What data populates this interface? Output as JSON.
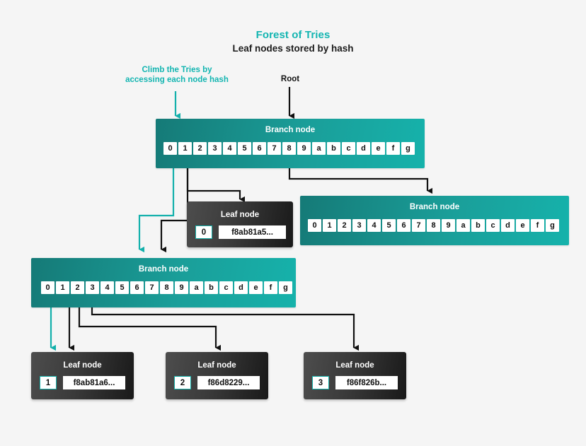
{
  "header": {
    "title": "Forest of Tries",
    "subtitle": "Leaf nodes stored by hash",
    "title_color": "#13b5b1"
  },
  "annotations": {
    "climb": "Climb the Tries by\naccessing each node hash",
    "climb_color": "#13b5b1",
    "root": "Root",
    "root_color": "#111111"
  },
  "colors": {
    "background": "#f5f5f5",
    "branch_teal_dark": "#157a77",
    "branch_teal_light": "#16b2ab",
    "leaf_dark": "#191919",
    "accent_teal": "#16b2ab",
    "wire_black": "#111111"
  },
  "nodes": {
    "branch_root": {
      "label": "Branch node",
      "cells": [
        "0",
        "1",
        "2",
        "3",
        "4",
        "5",
        "6",
        "7",
        "8",
        "9",
        "a",
        "b",
        "c",
        "d",
        "e",
        "f",
        "g"
      ]
    },
    "branch_right": {
      "label": "Branch node",
      "cells": [
        "0",
        "1",
        "2",
        "3",
        "4",
        "5",
        "6",
        "7",
        "8",
        "9",
        "a",
        "b",
        "c",
        "d",
        "e",
        "f",
        "g"
      ]
    },
    "branch_left": {
      "label": "Branch node",
      "cells": [
        "0",
        "1",
        "2",
        "3",
        "4",
        "5",
        "6",
        "7",
        "8",
        "9",
        "a",
        "b",
        "c",
        "d",
        "e",
        "f",
        "g"
      ]
    },
    "leaf_top": {
      "label": "Leaf node",
      "index": "0",
      "hash": "f8ab81a5..."
    },
    "leaf_1": {
      "label": "Leaf node",
      "index": "1",
      "hash": "f8ab81a6..."
    },
    "leaf_2": {
      "label": "Leaf node",
      "index": "2",
      "hash": "f86d8229..."
    },
    "leaf_3": {
      "label": "Leaf node",
      "index": "3",
      "hash": "f86f826b..."
    }
  }
}
